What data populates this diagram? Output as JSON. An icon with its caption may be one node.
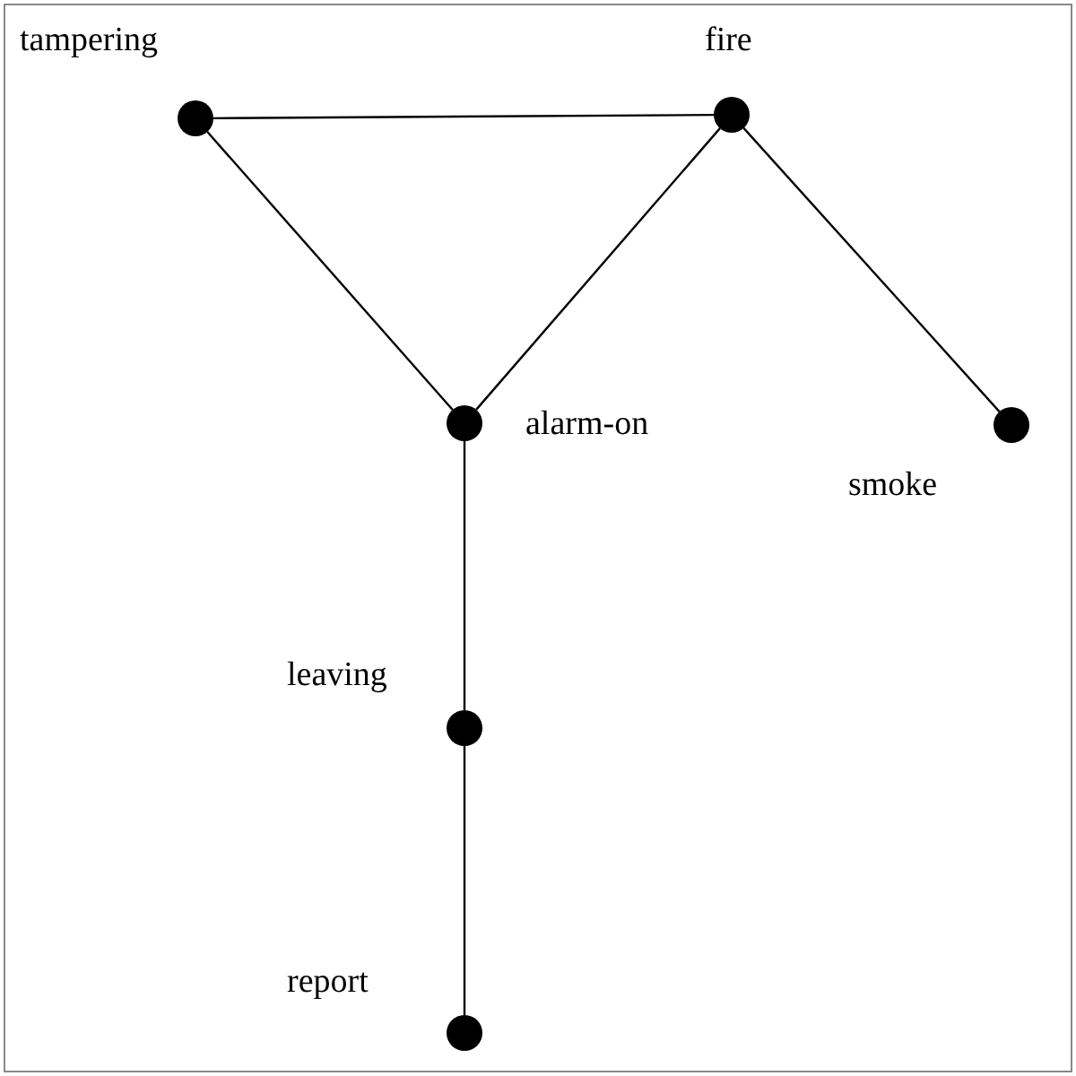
{
  "diagram": {
    "nodes": [
      {
        "text": [],
        "shape": "circle",
        "beside": [
          "tampering"
        ]
      },
      {
        "text": [],
        "shape": "circle",
        "beside": [
          "fire"
        ]
      },
      {
        "text": [],
        "shape": "circle",
        "beside": [
          "alarm-on"
        ]
      },
      {
        "text": [],
        "shape": "circle",
        "beside": [
          "smoke"
        ]
      },
      {
        "text": [],
        "shape": "circle",
        "beside": [
          "leaving"
        ]
      },
      {
        "text": [],
        "shape": "circle",
        "beside": [
          "report"
        ]
      }
    ],
    "edges": [
      {
        "from": 0,
        "to": 1,
        "arrow": "none"
      },
      {
        "from": 0,
        "to": 2,
        "arrow": "none"
      },
      {
        "from": 1,
        "to": 2,
        "arrow": "none"
      },
      {
        "from": 1,
        "to": 3,
        "arrow": "none"
      },
      {
        "from": 2,
        "to": 4,
        "arrow": "none"
      },
      {
        "from": 4,
        "to": 5,
        "arrow": "none"
      }
    ]
  }
}
